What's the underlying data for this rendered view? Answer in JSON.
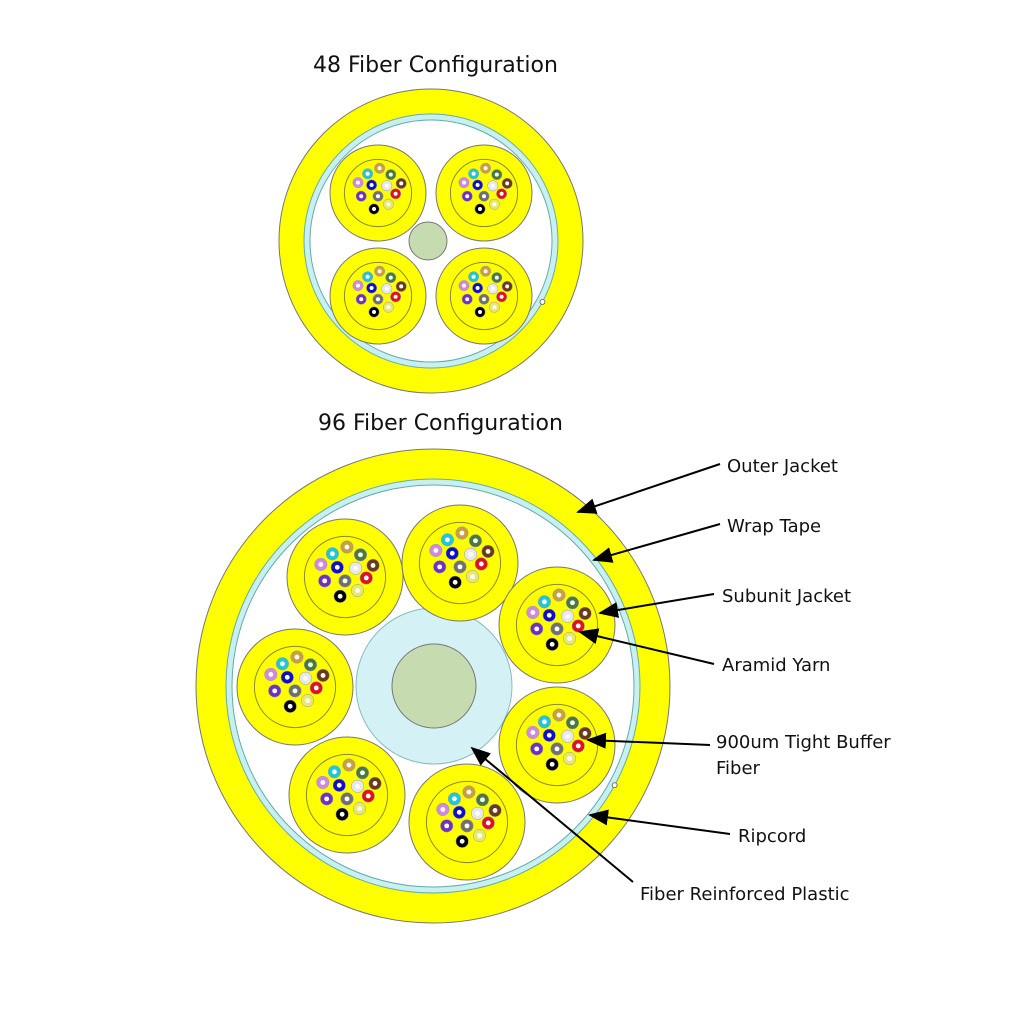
{
  "titles": {
    "fiber48": "48 Fiber Configuration",
    "fiber96": "96 Fiber Configuration"
  },
  "labels": {
    "outer_jacket": "Outer Jacket",
    "wrap_tape": "Wrap Tape",
    "subunit_jacket": "Subunit Jacket",
    "aramid_yarn": "Aramid Yarn",
    "tight_buffer_line1": "900um Tight Buffer",
    "tight_buffer_line2": "Fiber",
    "ripcord": "Ripcord",
    "frp": "Fiber Reinforced Plastic"
  },
  "colors": {
    "jacket": "#ffff00",
    "wrap_tape": "#c8f0f0",
    "frp_core": "#c6dcb0",
    "frp_buffer": "#d4f2f6",
    "fibers": [
      "#1fc8d8",
      "#c8a040",
      "#4a7a40",
      "#d088e0",
      "#1010c0",
      "#e8e8e8",
      "#6a3a1a",
      "#7030c0",
      "#707070",
      "#e01020",
      "#e8e870",
      "#000000"
    ]
  }
}
